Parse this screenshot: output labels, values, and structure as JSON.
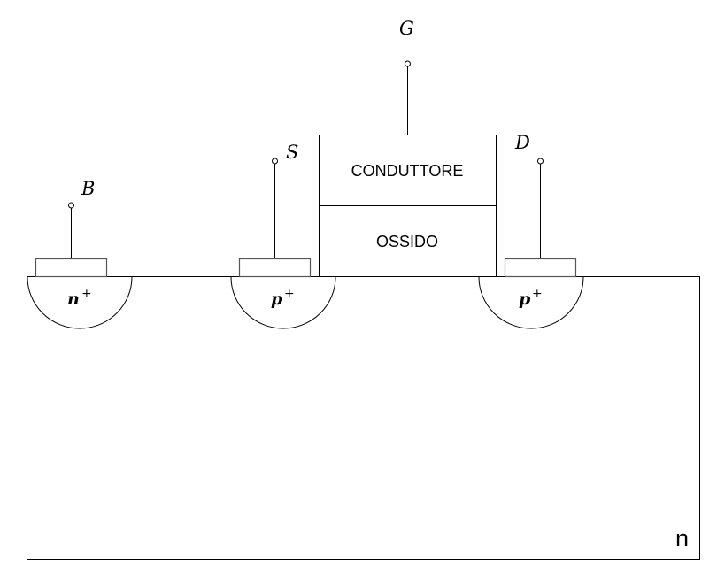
{
  "diagram": {
    "title": "MOSFET a canale p (sezione trasversale)",
    "substrate": {
      "label": "n"
    },
    "gate_stack": {
      "conductor_label": "CONDUTTORE",
      "oxide_label": "OSSIDO"
    },
    "terminals": {
      "body": {
        "label": "B",
        "region": "n",
        "region_sup": "+"
      },
      "source": {
        "label": "S",
        "region": "p",
        "region_sup": "+"
      },
      "gate": {
        "label": "G"
      },
      "drain": {
        "label": "D",
        "region": "p",
        "region_sup": "+"
      }
    }
  }
}
